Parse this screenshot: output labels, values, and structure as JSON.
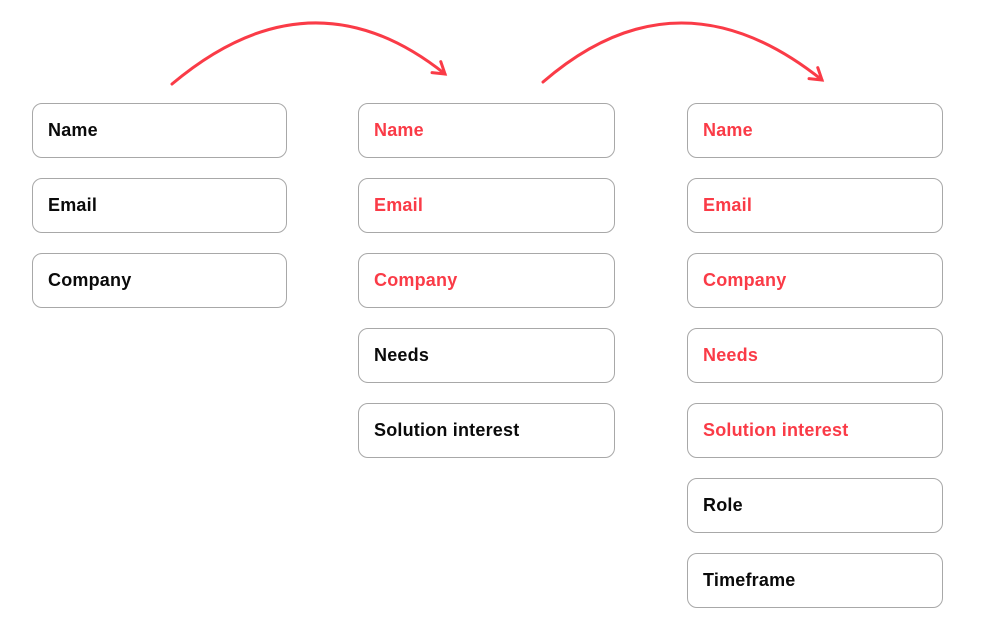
{
  "diagram": {
    "description": "Progressive profiling form fields across three stages",
    "colors": {
      "accent": "#FA3B47",
      "text": "#0A0A0A",
      "border": "#A8A8A8",
      "background": "#FFFFFF"
    },
    "arrows": [
      {
        "from": "stage-1",
        "to": "stage-2",
        "color": "#FA3B47"
      },
      {
        "from": "stage-2",
        "to": "stage-3",
        "color": "#FA3B47"
      }
    ],
    "columns": [
      {
        "id": "stage-1",
        "fields": [
          {
            "label": "Name",
            "color": "#0A0A0A"
          },
          {
            "label": "Email",
            "color": "#0A0A0A"
          },
          {
            "label": "Company",
            "color": "#0A0A0A"
          }
        ]
      },
      {
        "id": "stage-2",
        "fields": [
          {
            "label": "Name",
            "color": "#FA3B47"
          },
          {
            "label": "Email",
            "color": "#FA3B47"
          },
          {
            "label": "Company",
            "color": "#FA3B47"
          },
          {
            "label": "Needs",
            "color": "#0A0A0A"
          },
          {
            "label": "Solution interest",
            "color": "#0A0A0A"
          }
        ]
      },
      {
        "id": "stage-3",
        "fields": [
          {
            "label": "Name",
            "color": "#FA3B47"
          },
          {
            "label": "Email",
            "color": "#FA3B47"
          },
          {
            "label": "Company",
            "color": "#FA3B47"
          },
          {
            "label": "Needs",
            "color": "#FA3B47"
          },
          {
            "label": "Solution interest",
            "color": "#FA3B47"
          },
          {
            "label": "Role",
            "color": "#0A0A0A"
          },
          {
            "label": "Timeframe",
            "color": "#0A0A0A"
          }
        ]
      }
    ]
  }
}
